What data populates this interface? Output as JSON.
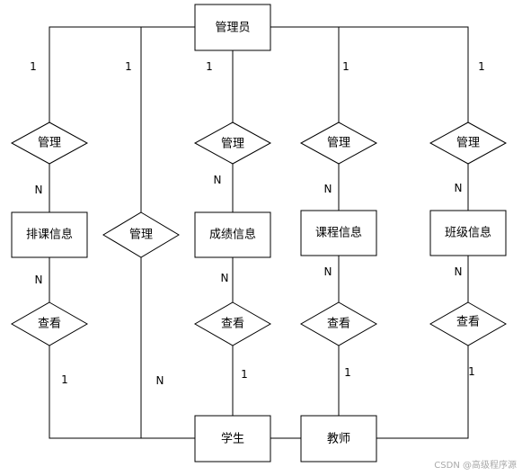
{
  "diagram": {
    "entities": {
      "admin": "管理员",
      "schedule_info": "排课信息",
      "grade_info": "成绩信息",
      "course_info": "课程信息",
      "class_info": "班级信息",
      "student": "学生",
      "teacher": "教师"
    },
    "relationships": {
      "manage": "管理",
      "view": "查看"
    },
    "cardinality": {
      "one": "1",
      "many": "N"
    }
  },
  "watermark": "CSDN @高级程序源"
}
